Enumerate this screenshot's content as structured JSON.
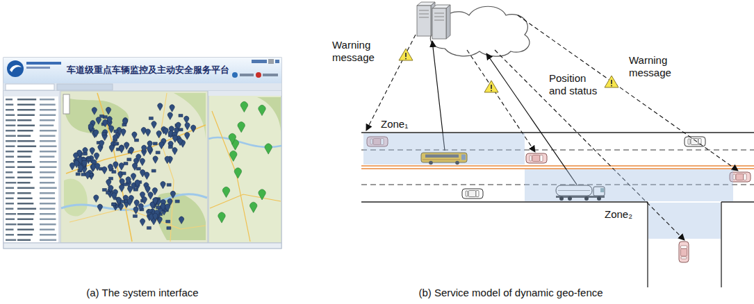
{
  "diagram": {
    "nodes": [
      {
        "text": [
          "车道级重点车辆监控及主动安全服务平台"
        ]
      },
      {
        "text": [
          "Zone₁"
        ]
      },
      {
        "text": [
          "Zone₂"
        ]
      }
    ],
    "labels": [
      "Warning message",
      "Position and status",
      "Warning message",
      "(a) The system interface",
      "(b) Service model of dynamic geo-fence"
    ]
  }
}
